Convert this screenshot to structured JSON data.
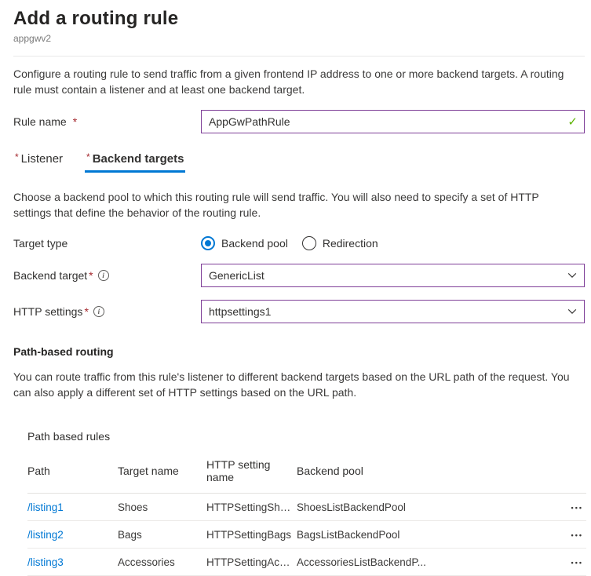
{
  "page": {
    "title": "Add a routing rule",
    "subtitle": "appgwv2",
    "intro": "Configure a routing rule to send traffic from a given frontend IP address to one or more backend targets. A routing rule must contain a listener and at least one backend target."
  },
  "rule_name": {
    "label": "Rule name",
    "required_marker": "*",
    "value": "AppGwPathRule"
  },
  "tabs": [
    {
      "label": "Listener",
      "required_marker": "*",
      "active": false
    },
    {
      "label": "Backend targets",
      "required_marker": "*",
      "active": true
    }
  ],
  "backend_targets": {
    "description": "Choose a backend pool to which this routing rule will send traffic. You will also need to specify a set of HTTP settings that define the behavior of the routing rule.",
    "target_type": {
      "label": "Target type",
      "options": [
        {
          "label": "Backend pool",
          "selected": true
        },
        {
          "label": "Redirection",
          "selected": false
        }
      ]
    },
    "backend_target": {
      "label": "Backend target",
      "required_marker": "*",
      "value": "GenericList"
    },
    "http_settings": {
      "label": "HTTP settings",
      "required_marker": "*",
      "value": "httpsettings1"
    }
  },
  "path_based_routing": {
    "heading": "Path-based routing",
    "description": "You can route traffic from this rule's listener to different backend targets based on the URL path of the request. You can also apply a different set of HTTP settings based on the URL path.",
    "table_label": "Path based rules",
    "table": {
      "headers": [
        "Path",
        "Target name",
        "HTTP setting name",
        "Backend pool"
      ],
      "rows": [
        {
          "path": "/listing1",
          "target_name": "Shoes",
          "http_setting_name": "HTTPSettingShoes",
          "backend_pool": "ShoesListBackendPool",
          "menu": "•••"
        },
        {
          "path": "/listing2",
          "target_name": "Bags",
          "http_setting_name": "HTTPSettingBags",
          "backend_pool": "BagsListBackendPool",
          "menu": "•••"
        },
        {
          "path": "/listing3",
          "target_name": "Accessories",
          "http_setting_name": "HTTPSettingAccessories",
          "backend_pool": "AccessoriesListBackendP...",
          "menu": "•••"
        }
      ]
    }
  },
  "icons": {
    "valid_check": "✓",
    "info": "i"
  },
  "colors": {
    "accent_blue": "#0078d4",
    "edited_field_border": "#7f3f98",
    "valid_green": "#5db300",
    "required_red": "#a4262c",
    "text_primary": "#323130",
    "text_secondary": "#7a7a7a",
    "divider": "#e8e8e8"
  }
}
